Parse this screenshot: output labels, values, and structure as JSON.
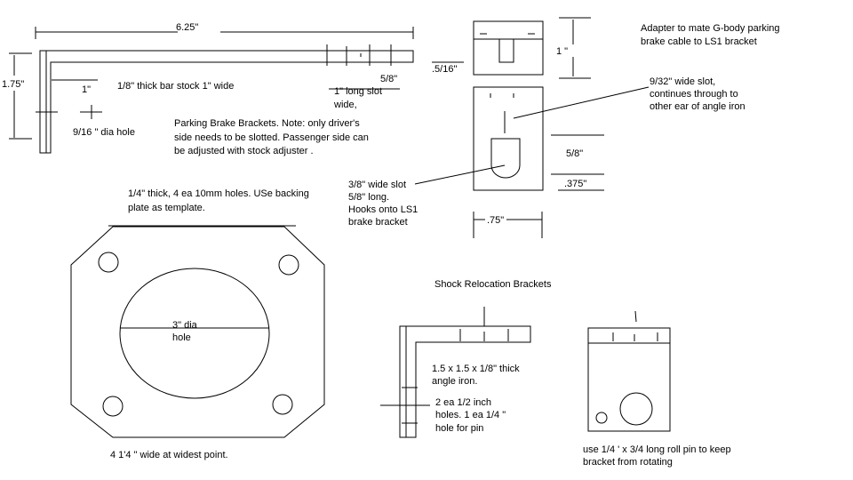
{
  "labels": {
    "bar_length": "6.25\"",
    "bar_height": "1.75\"",
    "bar_width_mark": "1\"",
    "bar_stock": "1/8\" thick bar stock 1\"  wide",
    "hole_dia": "9/16 \" dia hole",
    "slot_dim": "5/8\"",
    "slot_line1": "1\" long slot",
    "slot_line2": "wide,",
    "bracket_note_1": "Parking Brake Brackets.  Note:  only driver's",
    "bracket_note_2": "side needs to be slotted.  Passenger side can",
    "bracket_note_3": "be adjusted with stock adjuster .",
    "adapter_title_1": "Adapter to mate G-body parking",
    "adapter_title_2": "brake cable to LS1 bracket",
    "adapter_height": "1 \"",
    "adapter_tab": ".5/16\"",
    "slot932_1": "9/32\" wide slot,",
    "slot932_2": "continues through to",
    "slot932_3": "other ear of angle iron",
    "adapter_58": "5/8\"",
    "adapter_375": ".375\"",
    "adapter_75": ".75\"",
    "slot38_1": "3/8\" wide slot",
    "slot38_2": "5/8\" long.",
    "slot38_3": "Hooks onto LS1",
    "slot38_4": "brake bracket",
    "plate_note_1": "1/4\" thick, 4 ea 10mm holes.  USe backing",
    "plate_note_2": "plate as template.",
    "plate_hole_1": "3\" dia",
    "plate_hole_2": "hole",
    "plate_width": "4 1'4 \" wide at widest point.",
    "shock_title": "Shock Relocation Brackets",
    "angle_1": "1.5 x 1.5 x 1/8\" thick",
    "angle_2": "angle iron.",
    "holes_1": "2 ea 1/2 inch",
    "holes_2": "holes.  1 ea 1/4 \"",
    "holes_3": "hole for pin",
    "pin_1": "use 1/4 ' x 3/4 long roll pin to keep",
    "pin_2": "bracket from rotating"
  }
}
